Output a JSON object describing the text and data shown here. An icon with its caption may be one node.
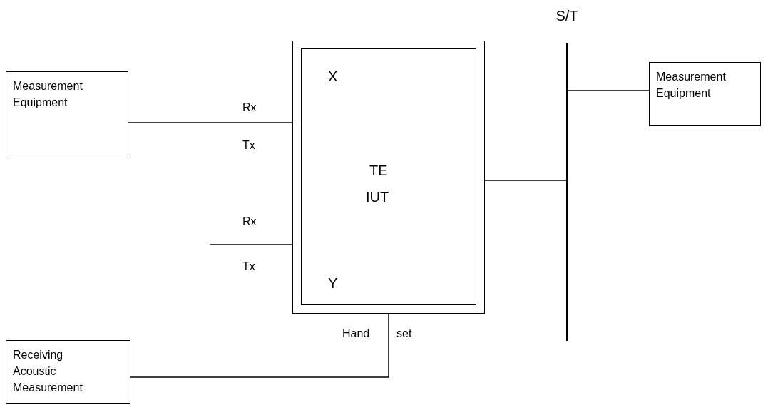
{
  "diagram": {
    "nodes": [
      {
        "text": [
          "Measurement Equipment"
        ]
      },
      {
        "text": [
          "X",
          "TE",
          "IUT",
          "Y"
        ]
      },
      {
        "text": [
          "S/T"
        ]
      },
      {
        "text": [
          "Measurement Equipment"
        ]
      },
      {
        "text": [
          "Receiving Acoustic Measurement"
        ]
      }
    ],
    "edges": [
      {
        "from": 0,
        "to": 1,
        "arrow": "none"
      },
      {
        "from": null,
        "to": 1,
        "arrow": "none"
      },
      {
        "from": 1,
        "to": 2,
        "arrow": "none"
      },
      {
        "from": 2,
        "to": 3,
        "arrow": "none"
      },
      {
        "from": 4,
        "to": 1,
        "arrow": "none"
      }
    ],
    "labels": [
      "Rx",
      "Tx",
      "Rx",
      "Tx",
      "Hand",
      "set"
    ]
  }
}
